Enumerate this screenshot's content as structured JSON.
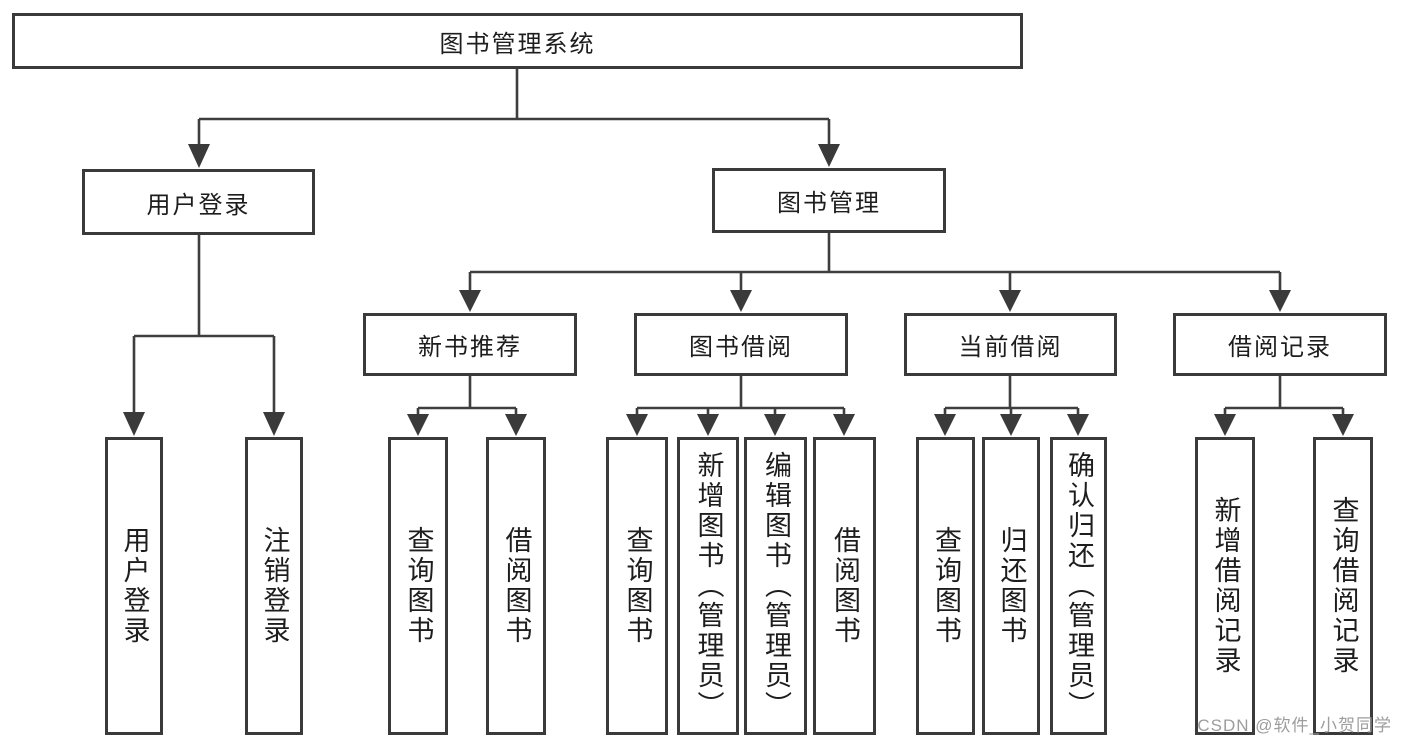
{
  "nodes": {
    "root": {
      "label": "图书管理系统"
    },
    "user_login": {
      "label": "用户登录"
    },
    "book_management": {
      "label": "图书管理"
    },
    "new_book_recommend": {
      "label": "新书推荐"
    },
    "book_borrowing": {
      "label": "图书借阅"
    },
    "current_borrowing": {
      "label": "当前借阅"
    },
    "borrowing_records": {
      "label": "借阅记录"
    },
    "leaves": {
      "user_login": {
        "label": "用户登录"
      },
      "logout": {
        "label": "注销登录"
      },
      "recommend_query_books": {
        "label": "查询图书"
      },
      "recommend_borrow_books": {
        "label": "借阅图书"
      },
      "borrowing_query_books": {
        "label": "查询图书"
      },
      "borrowing_add_books": {
        "label": "新增图书（管理员）"
      },
      "borrowing_edit_books": {
        "label": "编辑图书（管理员）"
      },
      "borrowing_borrow_books": {
        "label": "借阅图书"
      },
      "current_query_books": {
        "label": "查询图书"
      },
      "current_return_books": {
        "label": "归还图书"
      },
      "current_confirm_return": {
        "label": "确认归还（管理员）"
      },
      "records_add_record": {
        "label": "新增借阅记录"
      },
      "records_query_record": {
        "label": "查询借阅记录"
      }
    },
    "watermark": "CSDN @软件_小贺同学",
    "colors": {
      "line": "#3e3e3e",
      "border": "#3a3a3a",
      "text": "#1d1d1d",
      "watermark": "#9d9d9d",
      "background": "#ffffff"
    }
  }
}
